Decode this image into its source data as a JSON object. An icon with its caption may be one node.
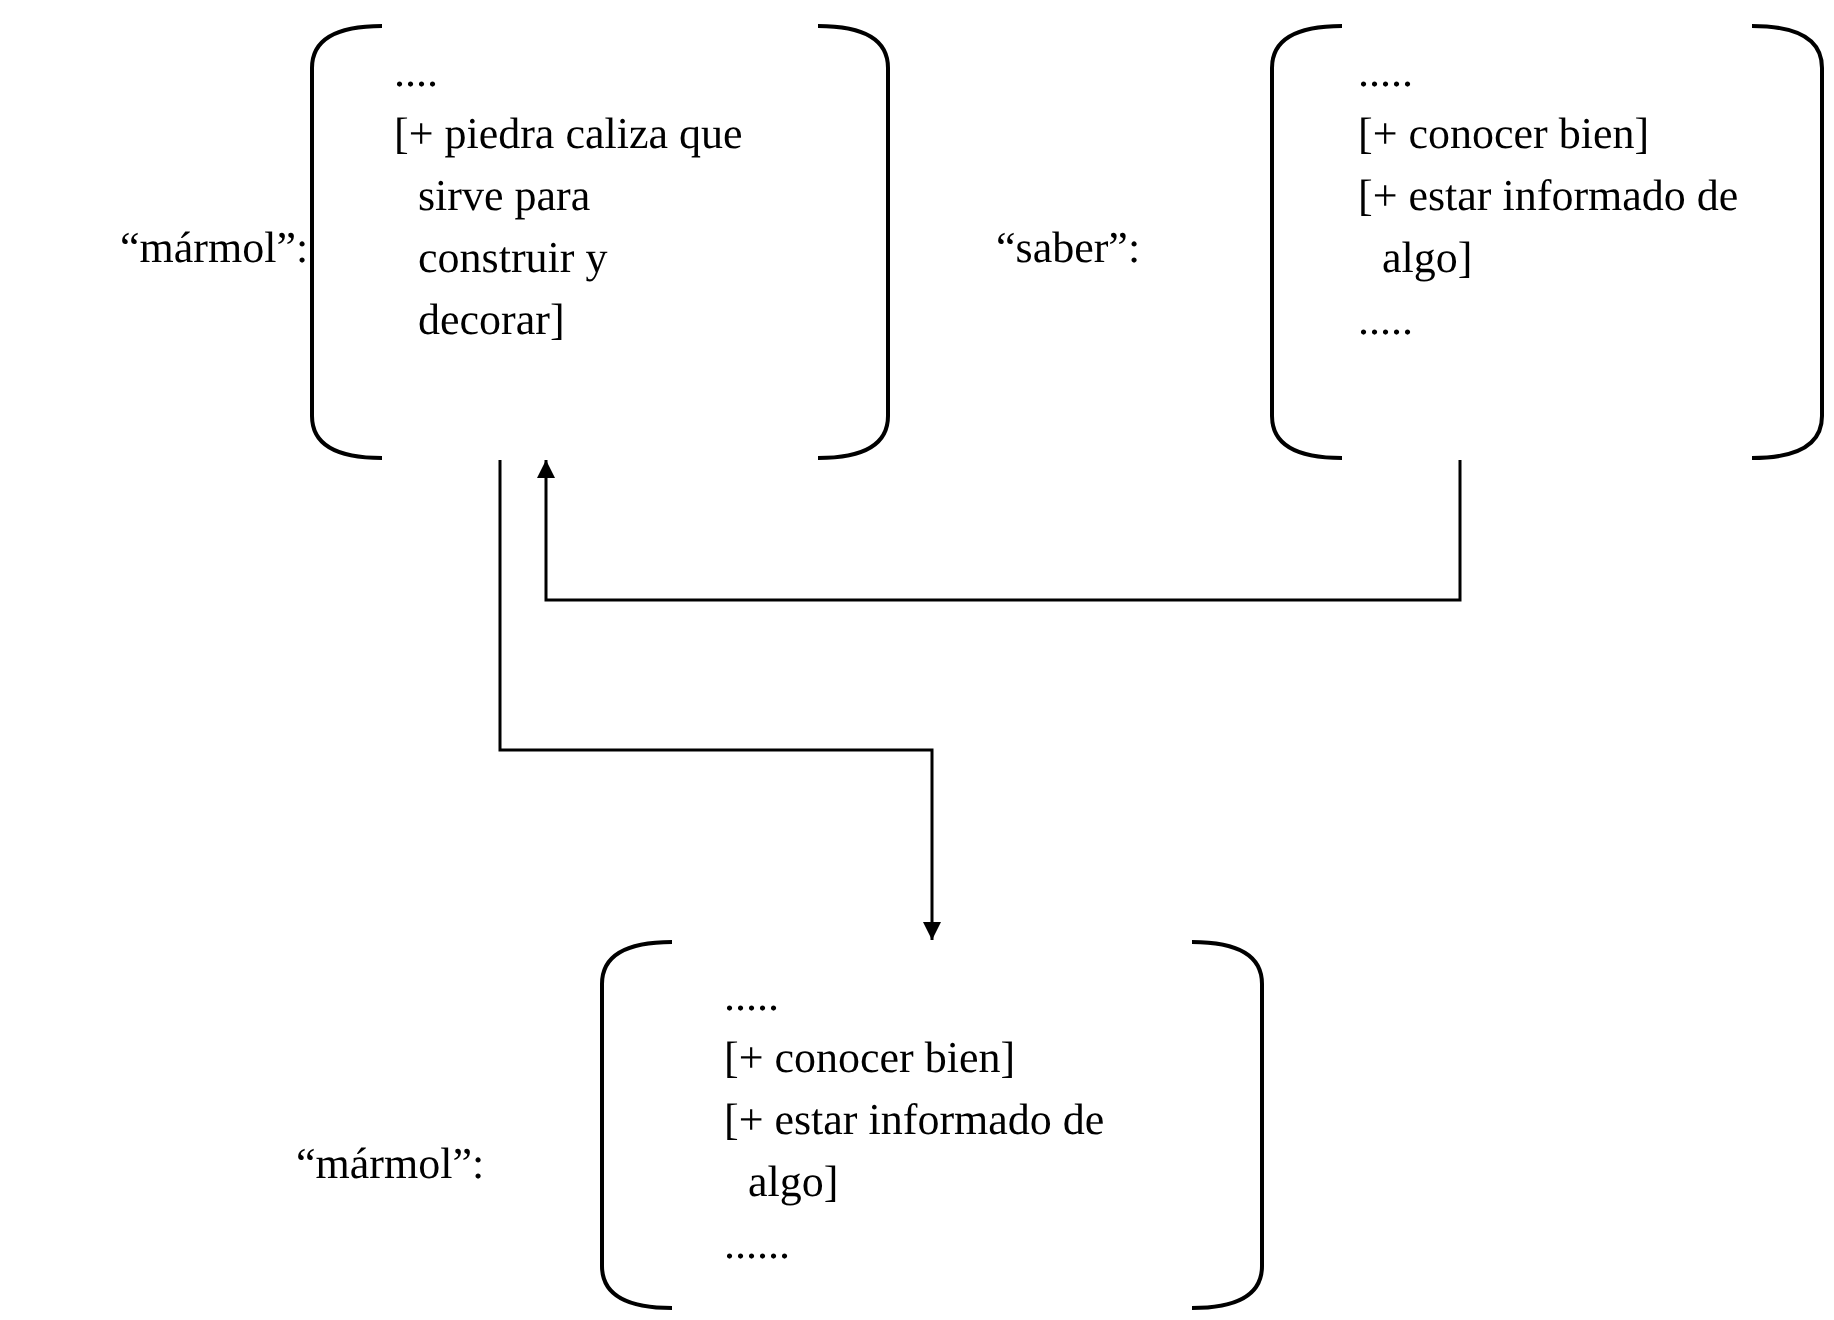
{
  "diagram": {
    "nodes": [
      {
        "text": [
          "....",
          "[+ piedra caliza que sirve para construir y decorar]"
        ],
        "beside": [
          "“mármol”:"
        ]
      },
      {
        "text": [
          ".....",
          "[+ conocer bien]",
          "[+ estar informado de algo]",
          "....."
        ],
        "beside": [
          "“saber”:"
        ]
      },
      {
        "text": [
          ".....",
          "[+ conocer bien]",
          "[+ estar informado de algo]",
          "......"
        ],
        "beside": [
          "“mármol”:"
        ]
      }
    ],
    "edges": [
      {
        "from": 1,
        "to": 0,
        "arrow": "to"
      },
      {
        "from": 0,
        "to": 2,
        "arrow": "to"
      }
    ]
  }
}
